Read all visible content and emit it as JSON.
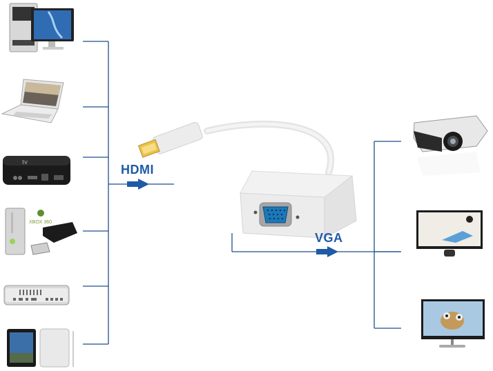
{
  "diagram": {
    "title": "HDMI to VGA adapter connection diagram",
    "input_label": "HDMI",
    "output_label": "VGA",
    "line_color": "#1f4e8c",
    "label_color": "#1f5aa6",
    "sources": [
      {
        "name": "Desktop PC",
        "icon": "desktop-computer-icon"
      },
      {
        "name": "Laptop",
        "icon": "laptop-icon"
      },
      {
        "name": "Apple TV",
        "icon": "set-top-box-icon",
        "badge": "tv"
      },
      {
        "name": "Xbox 360 / Game console",
        "icon": "game-console-icon",
        "badge": "XBOX 360"
      },
      {
        "name": "Mac mini",
        "icon": "mini-pc-icon"
      },
      {
        "name": "Tablet",
        "icon": "tablet-icon"
      }
    ],
    "adapter": {
      "name": "HDMI to VGA adapter",
      "icon": "adapter-icon"
    },
    "displays": [
      {
        "name": "Projector",
        "icon": "projector-icon"
      },
      {
        "name": "LCD monitor",
        "icon": "monitor-icon"
      },
      {
        "name": "LCD TV",
        "icon": "tv-monitor-icon"
      }
    ]
  }
}
